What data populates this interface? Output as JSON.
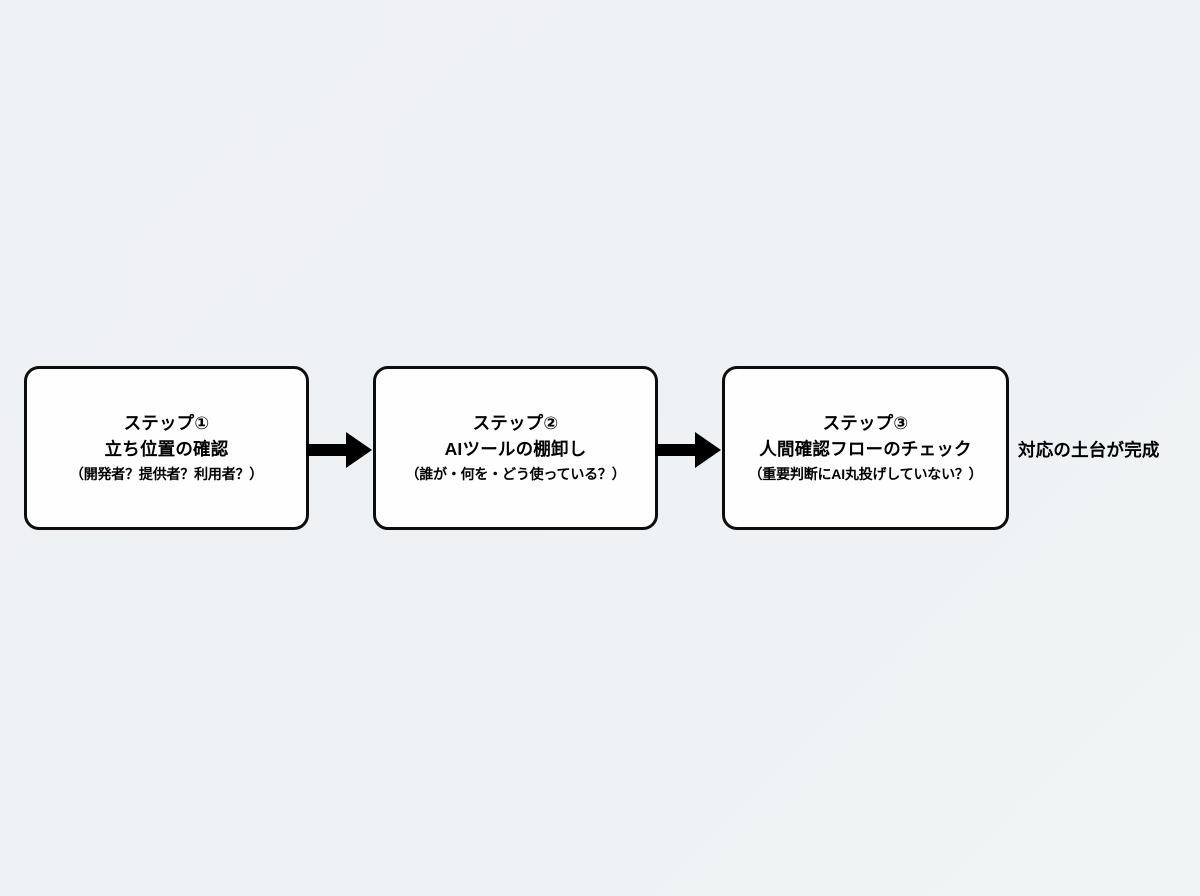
{
  "diagram": {
    "type": "flow",
    "background_color": "#eef1f5",
    "box_fill_color": "#fefefe",
    "box_border_color": "#0d0d0d",
    "arrow_color": "#000000",
    "steps": [
      {
        "id": "step-1",
        "title": "ステップ①",
        "main": "立ち位置の確認",
        "sub": "（開発者？提供者？利用者？）"
      },
      {
        "id": "step-2",
        "title": "ステップ②",
        "main": "AIツールの棚卸し",
        "sub": "（誰が・何を・どう使っている？）"
      },
      {
        "id": "step-3",
        "title": "ステップ③",
        "main": "人間確認フローのチェック",
        "sub": "（重要判断にAI丸投げしていない？）"
      }
    ],
    "connectors": [
      {
        "id": "arrow-1",
        "from": "step-1",
        "to": "step-2",
        "icon": "arrow-right-icon"
      },
      {
        "id": "arrow-2",
        "from": "step-2",
        "to": "step-3",
        "icon": "arrow-right-icon"
      }
    ],
    "outcome": "対応の土台が完成"
  }
}
